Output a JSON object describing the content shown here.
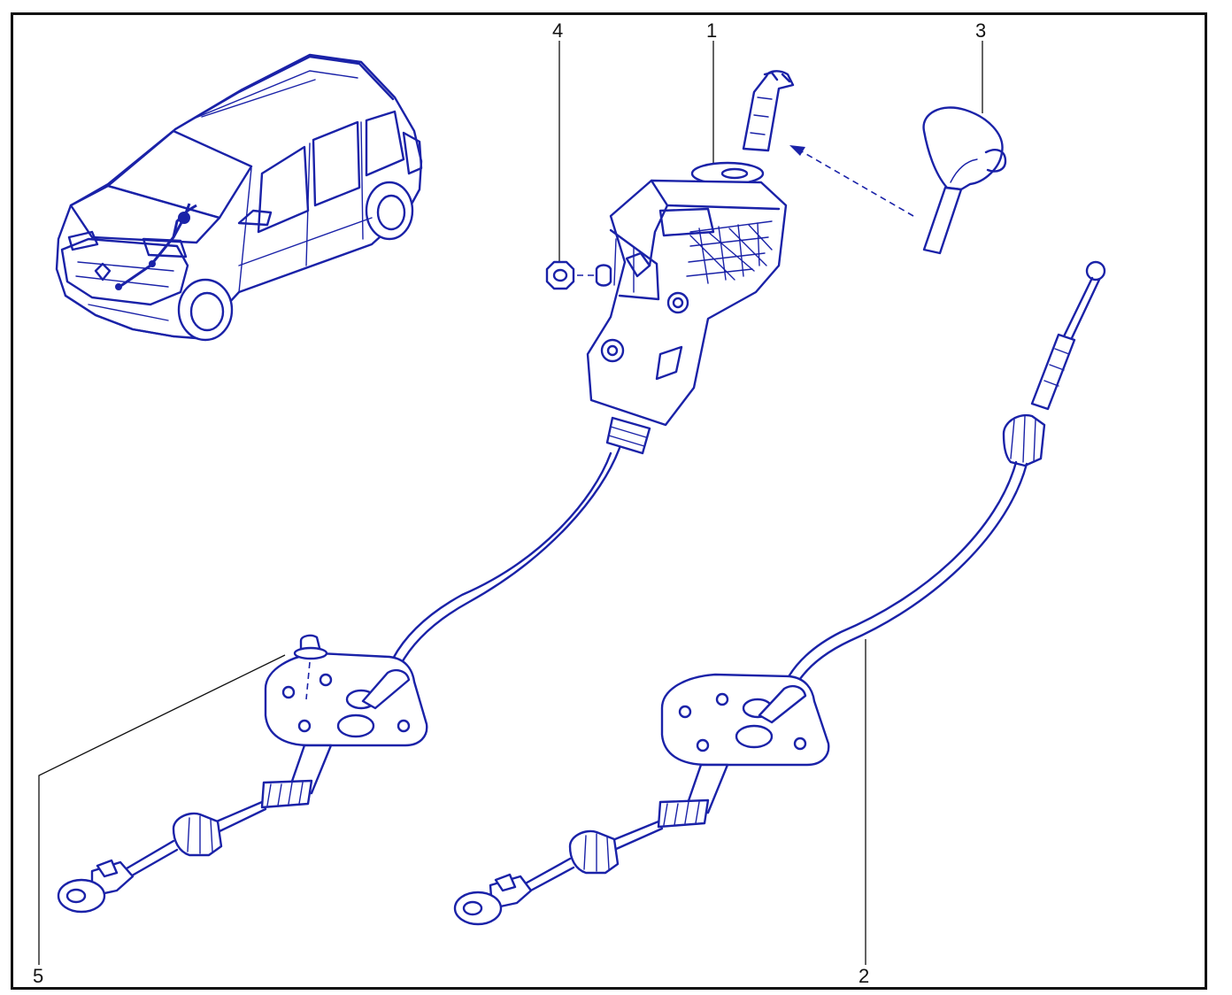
{
  "callouts": [
    {
      "id": "1",
      "label": "1"
    },
    {
      "id": "2",
      "label": "2"
    },
    {
      "id": "3",
      "label": "3"
    },
    {
      "id": "4",
      "label": "4"
    },
    {
      "id": "5",
      "label": "5"
    }
  ],
  "colors": {
    "line": "#1a22a8",
    "leader": "#111111",
    "frame": "#111111",
    "background": "#ffffff"
  }
}
